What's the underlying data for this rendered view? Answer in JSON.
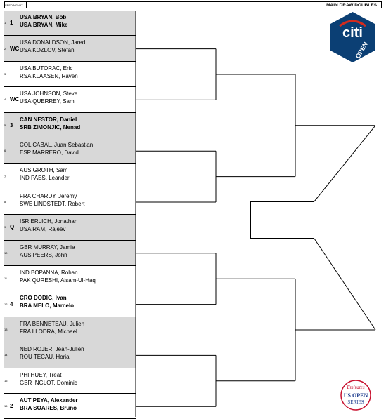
{
  "header": {
    "col1": "SEEDING",
    "col2": "NAT.",
    "title": "MAIN DRAW DOUBLES"
  },
  "logos": {
    "sponsor": "citi",
    "sponsor_sub": "OPEN",
    "series_top": "Emirates",
    "series_mid": "US OPEN",
    "series_bot": "SERIES"
  },
  "entries": [
    {
      "num": "1",
      "seed": "1",
      "shaded": true,
      "bold": true,
      "p1": "USA BRYAN, Bob",
      "p2": "USA BRYAN, Mike"
    },
    {
      "num": "2",
      "seed": "WC",
      "shaded": true,
      "bold": false,
      "p1": "USA DONALDSON, Jared",
      "p2": "USA KOZLOV, Stefan"
    },
    {
      "num": "3",
      "seed": "",
      "shaded": false,
      "bold": false,
      "p1": "USA BUTORAC, Eric",
      "p2": "RSA KLAASEN, Raven"
    },
    {
      "num": "4",
      "seed": "WC",
      "shaded": false,
      "bold": false,
      "p1": "USA JOHNSON, Steve",
      "p2": "USA QUERREY, Sam"
    },
    {
      "num": "5",
      "seed": "3",
      "shaded": true,
      "bold": true,
      "p1": "CAN NESTOR, Daniel",
      "p2": "SRB ZIMONJIC, Nenad"
    },
    {
      "num": "6",
      "seed": "",
      "shaded": true,
      "bold": false,
      "p1": "COL CABAL, Juan Sebastian",
      "p2": "ESP MARRERO, David"
    },
    {
      "num": "7",
      "seed": "",
      "shaded": false,
      "bold": false,
      "p1": "AUS GROTH, Sam",
      "p2": "IND PAES, Leander"
    },
    {
      "num": "8",
      "seed": "",
      "shaded": false,
      "bold": false,
      "p1": "FRA CHARDY, Jeremy",
      "p2": "SWE LINDSTEDT, Robert"
    },
    {
      "num": "9",
      "seed": "Q",
      "shaded": true,
      "bold": false,
      "p1": "ISR ERLICH, Jonathan",
      "p2": "USA RAM, Rajeev"
    },
    {
      "num": "10",
      "seed": "",
      "shaded": true,
      "bold": false,
      "p1": "GBR MURRAY, Jamie",
      "p2": "AUS PEERS, John"
    },
    {
      "num": "11",
      "seed": "",
      "shaded": false,
      "bold": false,
      "p1": "IND BOPANNA, Rohan",
      "p2": "PAK QURESHI, Aisam-Ul-Haq"
    },
    {
      "num": "12",
      "seed": "4",
      "shaded": false,
      "bold": true,
      "p1": "CRO DODIG, Ivan",
      "p2": "BRA MELO, Marcelo"
    },
    {
      "num": "13",
      "seed": "",
      "shaded": true,
      "bold": false,
      "p1": "FRA BENNETEAU, Julien",
      "p2": "FRA LLODRA, Michael"
    },
    {
      "num": "14",
      "seed": "",
      "shaded": true,
      "bold": false,
      "p1": "NED ROJER, Jean-Julien",
      "p2": "ROU TECAU, Horia"
    },
    {
      "num": "15",
      "seed": "",
      "shaded": false,
      "bold": false,
      "p1": "PHI HUEY, Treat",
      "p2": "GBR INGLOT, Dominic"
    },
    {
      "num": "16",
      "seed": "2",
      "shaded": false,
      "bold": true,
      "p1": "AUT PEYA, Alexander",
      "p2": "BRA SOARES, Bruno"
    }
  ],
  "colors": {
    "shade": "#d8d8d8",
    "citi_blue": "#0b3f74",
    "citi_red": "#d52b1e",
    "usopen_red": "#c8102e",
    "usopen_blue": "#1b3a8c"
  }
}
